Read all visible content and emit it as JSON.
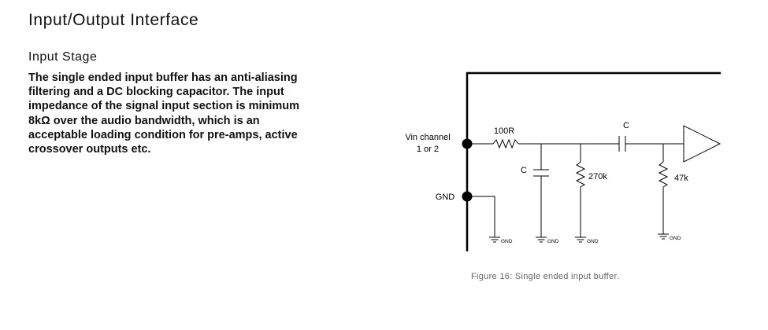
{
  "heading": "Input/Output Interface",
  "section": {
    "title": "Input Stage",
    "body_lines": [
      "The single ended input buffer has an anti-aliasing",
      "filtering and a DC blocking capacitor. The input",
      "impedance of the signal input section is minimum",
      "8kΩ over the audio bandwidth, which is an",
      "acceptable loading condition for pre-amps, active",
      "crossover outputs etc."
    ]
  },
  "figure": {
    "labels": {
      "vin_line1": "Vin channel",
      "vin_line2": "1 or 2",
      "gnd": "GND",
      "resistor_series": "100R",
      "capacitor_shunt": "C",
      "resistor_shunt": "270k",
      "capacitor_series": "C",
      "resistor_bias": "47k",
      "ground_symbol": "GND"
    },
    "caption": "Figure 16: Single ended input buffer."
  }
}
